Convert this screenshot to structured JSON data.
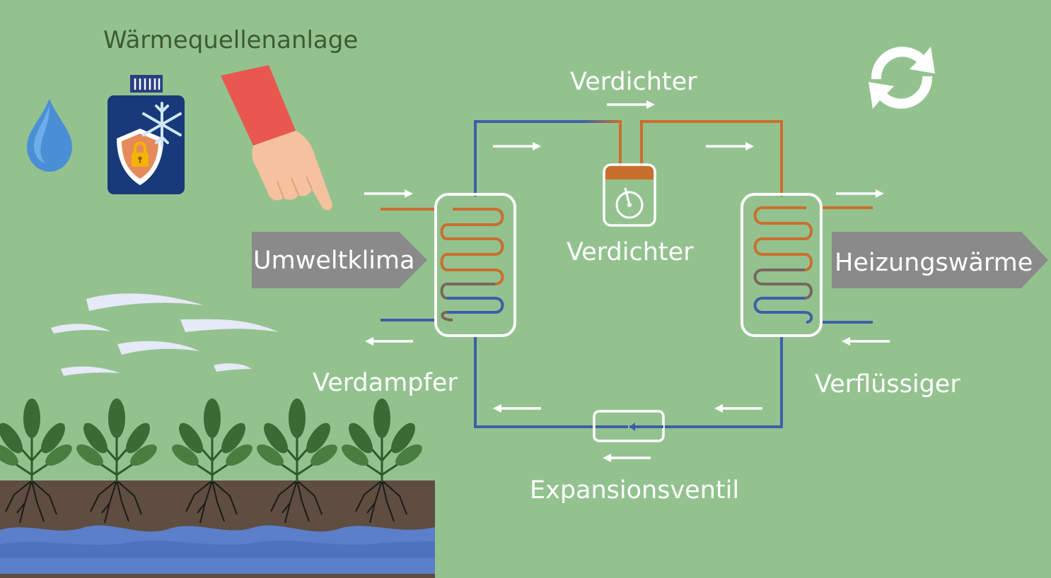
{
  "title": "Wärmequellenanlage",
  "labels": {
    "compressor_top": "Verdichter",
    "compressor": "Verdichter",
    "evaporator": "Verdampfer",
    "condenser": "Verflüssiger",
    "expansion_valve": "Expansionsventil",
    "environment": "Umweltklima",
    "heating": "Heizungswärme"
  },
  "colors": {
    "background": "#93c28f",
    "hot_pipe": "#c96f2e",
    "cold_pipe": "#3d5fa8",
    "mid_pipe": "#7a6660",
    "arrow_banner": "#8a8a8a",
    "soil": "#5e4d40",
    "water": "#5b7fc8",
    "plant": "#3a6b34",
    "title": "#3d5a30"
  },
  "icons": [
    "water-drop-icon",
    "antifreeze-bottle-icon",
    "snowflake-icon",
    "shield-lock-icon",
    "pointing-hand-icon",
    "cycle-refresh-icon",
    "wind-icon",
    "plant-icon"
  ]
}
